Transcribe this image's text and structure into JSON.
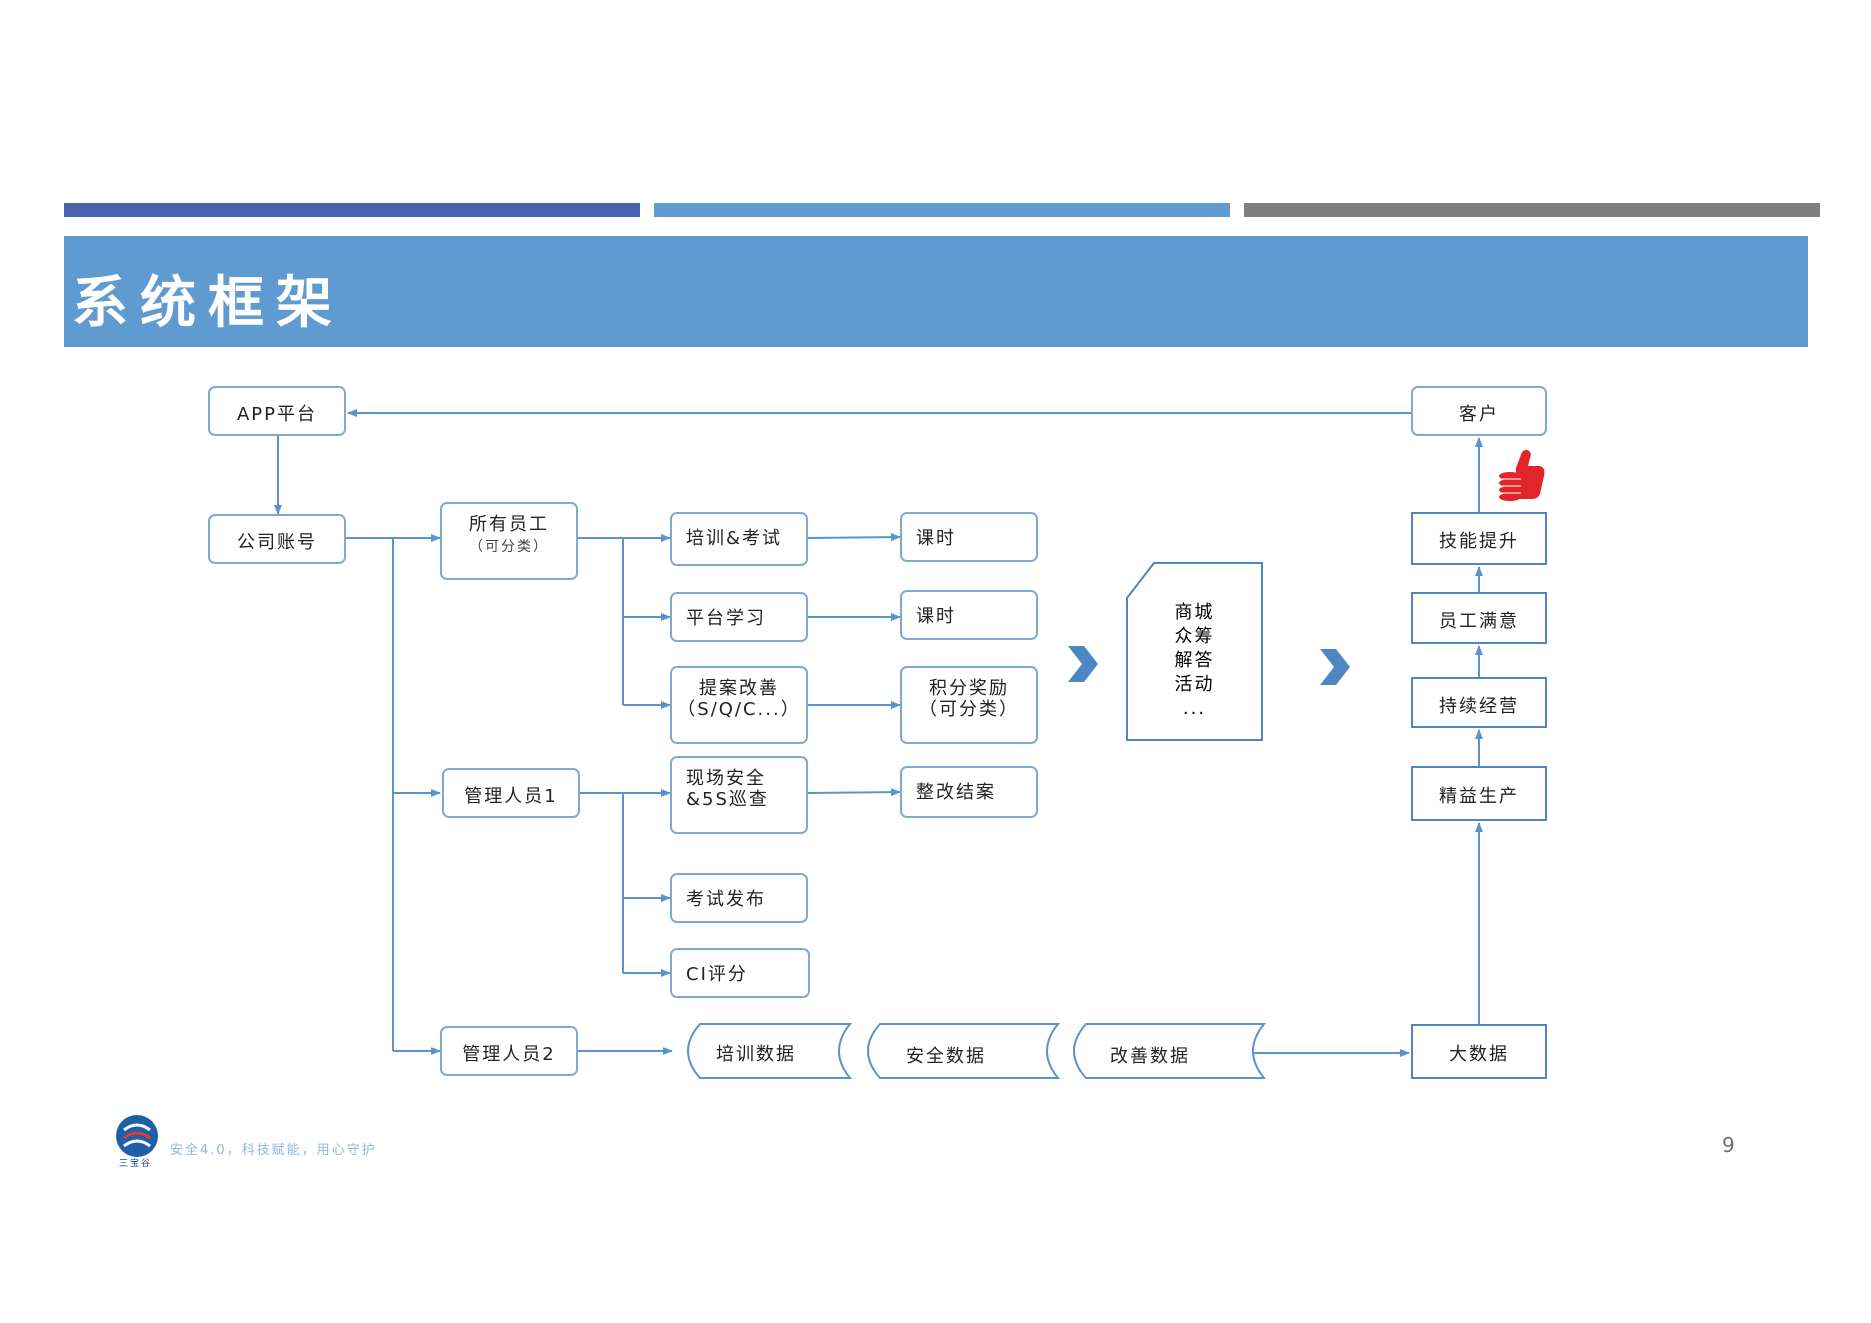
{
  "title": "系统框架",
  "colors": {
    "bar1": "#4a63b0",
    "bar2": "#5f9bd0",
    "bar3": "#7f7f7f",
    "band": "#5f9bd0",
    "line": "#5b93cc",
    "thumb": "#e0262a"
  },
  "nodes": {
    "app": "APP平台",
    "company": "公司账号",
    "all_staff": "所有员工",
    "all_staff_sub": "（可分类）",
    "manager1": "管理人员1",
    "manager2": "管理人员2",
    "train_exam": "培训&考试",
    "platform_learn": "平台学习",
    "proposal": "提案改善",
    "proposal_sub": "（S/Q/C...）",
    "site_safety_l1": "现场安全",
    "site_safety_l2": "&5S巡查",
    "exam_publish": "考试发布",
    "ci_score": "CI评分",
    "hours1": "课时",
    "hours2": "课时",
    "points_reward": "积分奖励",
    "points_reward_sub": "（可分类）",
    "rectify_close": "整改结案",
    "mall_lines": [
      "商城",
      "众筹",
      "解答",
      "活动",
      "..."
    ],
    "customer": "客户",
    "skill_up": "技能提升",
    "staff_satisfied": "员工满意",
    "sustain": "持续经营",
    "lean": "精益生产",
    "big_data": "大数据",
    "train_data": "培训数据",
    "safety_data": "安全数据",
    "improve_data": "改善数据"
  },
  "icons": {
    "arrow_chevron_1": "chevron-right-icon",
    "arrow_chevron_2": "chevron-right-icon",
    "thumbs": "thumbs-up-coins-icon"
  },
  "footer": {
    "slogan": "安全4.0，科技赋能，用心守护",
    "logo_sub": "三宝谷",
    "page": "9"
  }
}
